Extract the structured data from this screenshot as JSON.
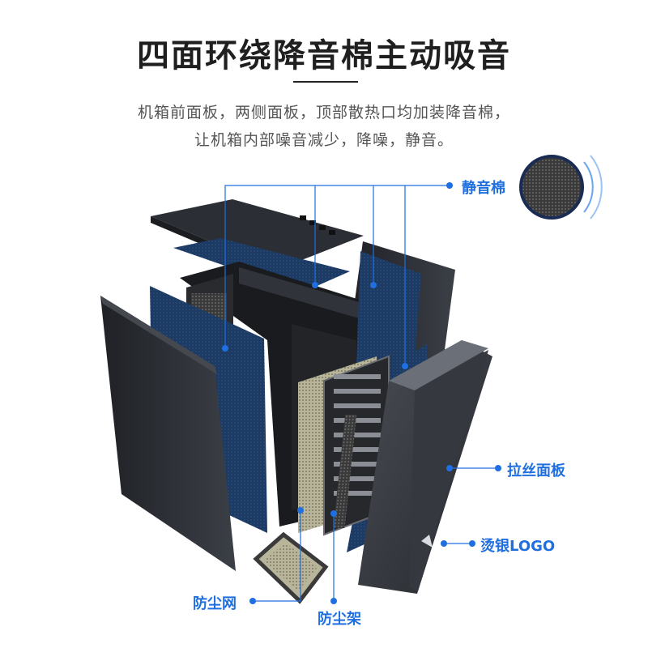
{
  "header": {
    "title": "四面环绕降音棉主动吸音",
    "description_line1": "机箱前面板，两侧面板，顶部散热口均加装降音棉，",
    "description_line2": "让机箱内部噪音减少，降噪，静音。"
  },
  "callouts": {
    "silent_cotton": "静音棉",
    "brushed_panel": "拉丝面板",
    "silver_logo": "烫银LOGO",
    "dust_mesh": "防尘网",
    "dust_rack": "防尘架"
  },
  "colors": {
    "accent": "#1f6fe0",
    "cotton_blue": "#1d3a63",
    "panel_dark": "#2a2d33"
  }
}
